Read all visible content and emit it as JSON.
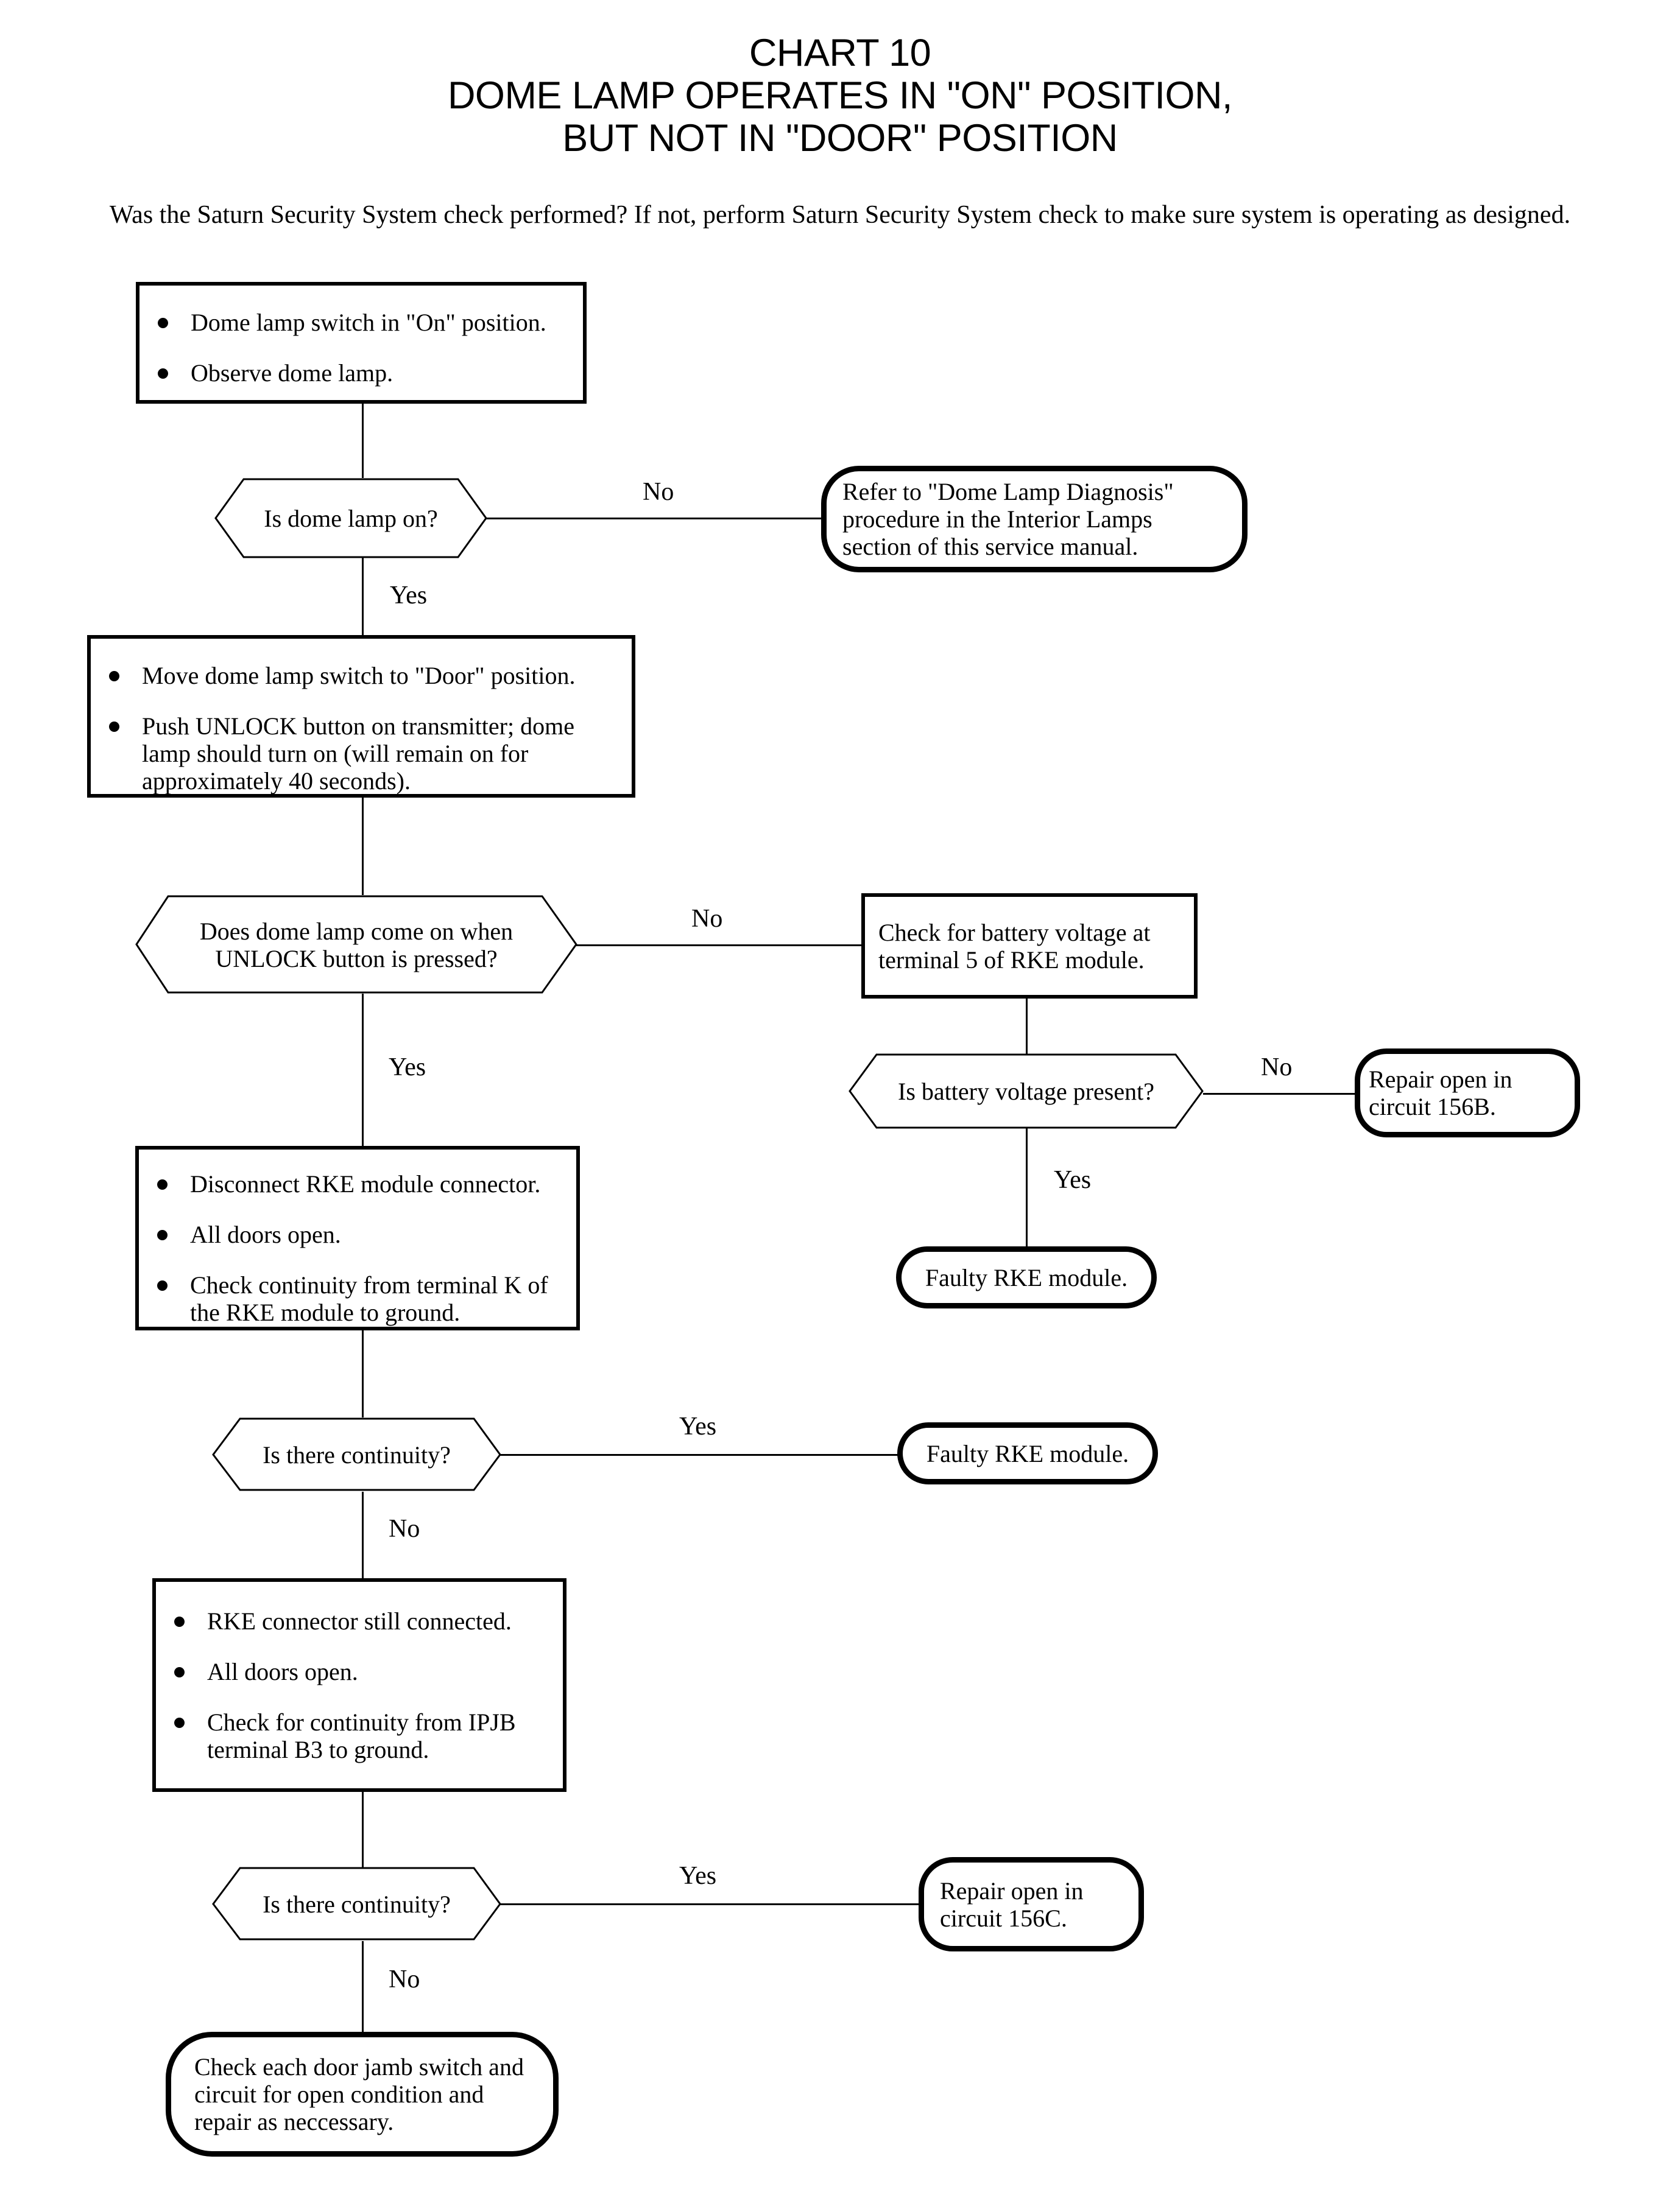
{
  "title": {
    "line1": "CHART 10",
    "line2": "DOME LAMP OPERATES IN \"ON\" POSITION,",
    "line3": "BUT NOT IN \"DOOR\" POSITION"
  },
  "intro": "Was the Saturn Security System check performed? If not, perform Saturn Security System check to make sure system is operating as designed.",
  "nodes": {
    "proc1": {
      "bullets": [
        "Dome lamp switch in \"On\" position.",
        "Observe dome lamp."
      ]
    },
    "dec1": {
      "text": "Is dome lamp on?"
    },
    "term_dome_diag": {
      "text": "Refer to \"Dome Lamp Diagnosis\" procedure in the Interior Lamps section of this service manual."
    },
    "proc2": {
      "bullets": [
        "Move dome lamp switch to \"Door\" position.",
        "Push UNLOCK button on transmitter; dome lamp should turn on (will remain on for approximately 40 seconds)."
      ]
    },
    "dec2": {
      "line1": "Does dome lamp come on when",
      "line2": "UNLOCK button is pressed?"
    },
    "proc_batt": {
      "text": "Check for battery voltage at terminal 5 of RKE module."
    },
    "dec_batt": {
      "text": "Is battery voltage present?"
    },
    "term_repair_156b": {
      "text": "Repair open in circuit 156B."
    },
    "term_faulty_rke_1": {
      "text": "Faulty RKE module."
    },
    "proc3": {
      "bullets": [
        "Disconnect RKE module connector.",
        "All doors open.",
        "Check continuity from terminal K of the RKE module to ground."
      ]
    },
    "dec3": {
      "text": "Is there continuity?"
    },
    "term_faulty_rke_2": {
      "text": "Faulty RKE module."
    },
    "proc4": {
      "bullets": [
        "RKE connector still connected.",
        "All doors open.",
        "Check for continuity from IPJB terminal B3 to ground."
      ]
    },
    "dec4": {
      "text": "Is there continuity?"
    },
    "term_repair_156c": {
      "text": "Repair open in circuit 156C."
    },
    "term_door_jamb": {
      "text": "Check each door jamb switch and circuit for open condition and repair as neccessary."
    }
  },
  "branches": {
    "dec1_no": "No",
    "dec1_yes": "Yes",
    "dec2_no": "No",
    "dec2_yes": "Yes",
    "dec_batt_no": "No",
    "dec_batt_yes": "Yes",
    "dec3_yes": "Yes",
    "dec3_no": "No",
    "dec4_yes": "Yes",
    "dec4_no": "No"
  },
  "colors": {
    "ink": "#000000",
    "paper": "#ffffff"
  }
}
